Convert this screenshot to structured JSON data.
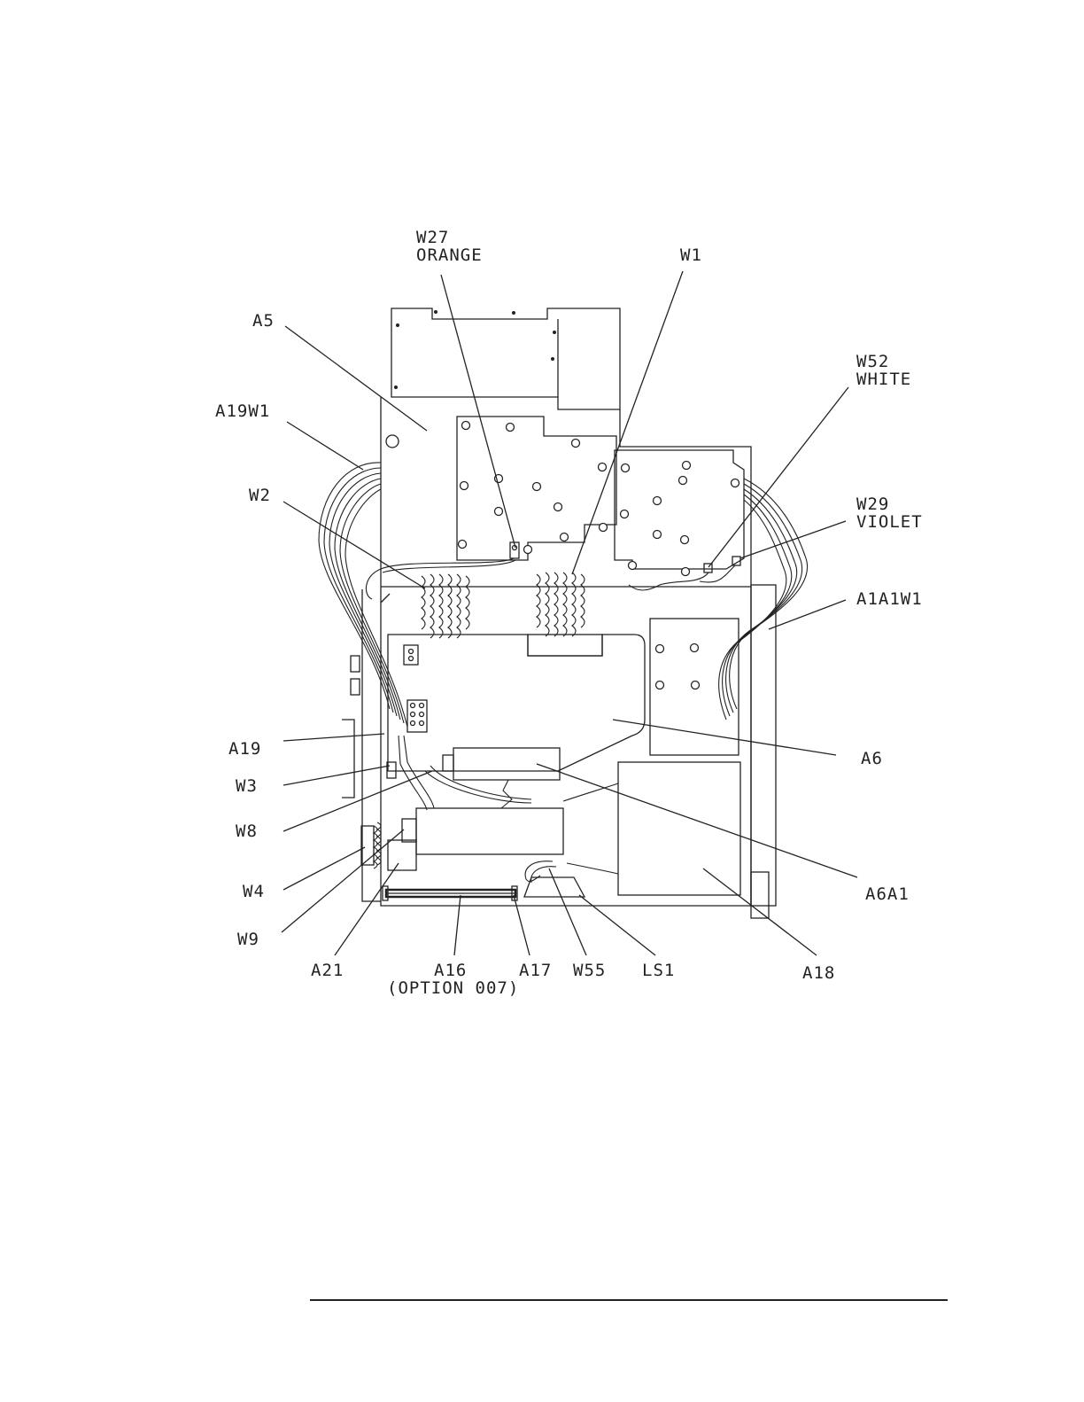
{
  "figure": {
    "labels": {
      "w27": "W27",
      "w27_color": "ORANGE",
      "w1": "W1",
      "a5": "A5",
      "w52": "W52",
      "w52_color": "WHITE",
      "a19w1": "A19W1",
      "w2": "W2",
      "w29": "W29",
      "w29_color": "VIOLET",
      "a1a1w1": "A1A1W1",
      "a19": "A19",
      "a6": "A6",
      "w3": "W3",
      "w8": "W8",
      "w4": "W4",
      "a6a1": "A6A1",
      "w9": "W9",
      "a21": "A21",
      "a16": "A16",
      "a16_note": "(OPTION 007)",
      "a17": "A17",
      "w55": "W55",
      "ls1": "LS1",
      "a18": "A18"
    }
  }
}
